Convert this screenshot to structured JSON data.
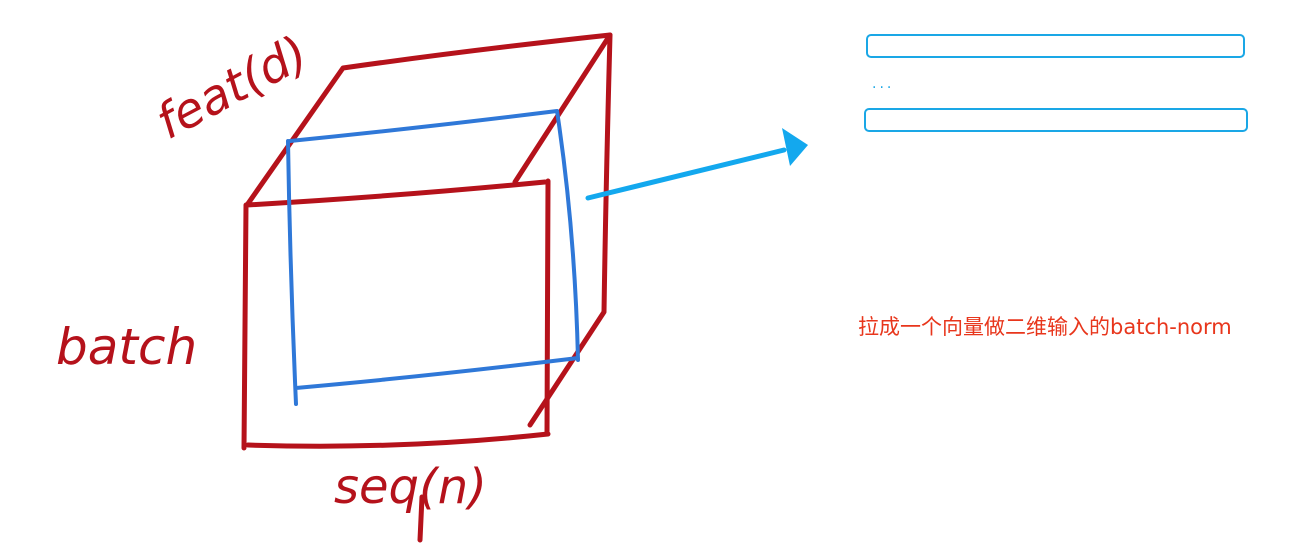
{
  "labels": {
    "feat": "feat(d)",
    "batch": "batch",
    "seq": "seq(n)"
  },
  "annotation": {
    "text": "拉成一个向量做二维输入的batch-norm"
  },
  "vectors": {
    "ellipsis": "..."
  },
  "colors": {
    "cube_stroke": "#b5121b",
    "slice_stroke": "#2f78d8",
    "arrow": "#13a8ee",
    "vector_border": "#1aa7e6",
    "annotation_text": "#e8361c"
  }
}
